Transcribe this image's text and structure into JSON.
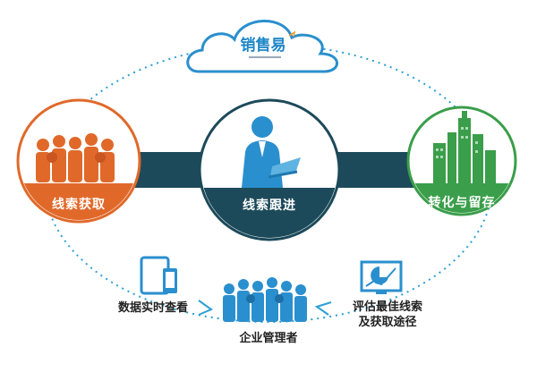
{
  "logo": {
    "name": "销售易",
    "tagline": ""
  },
  "nodes": {
    "left": {
      "label": "线索获取"
    },
    "center": {
      "label": "线索跟进"
    },
    "right": {
      "label": "转化与留存"
    }
  },
  "bottom": {
    "data_view": {
      "label": "数据实时查看"
    },
    "managers": {
      "label": "企业管理者"
    },
    "evaluate": {
      "line1": "评估最佳线索",
      "line2": "及获取途径"
    }
  },
  "colors": {
    "orange": "#e0692a",
    "teal_dark": "#1c4a5a",
    "green": "#3a9e4a",
    "blue": "#2a8fce",
    "dotted": "#2a9fd6"
  },
  "icons": [
    "cloud-icon",
    "crowd-icon",
    "businessman-laptop-icon",
    "city-buildings-icon",
    "tablet-phone-icon",
    "managers-group-icon",
    "analytics-chart-icon"
  ]
}
